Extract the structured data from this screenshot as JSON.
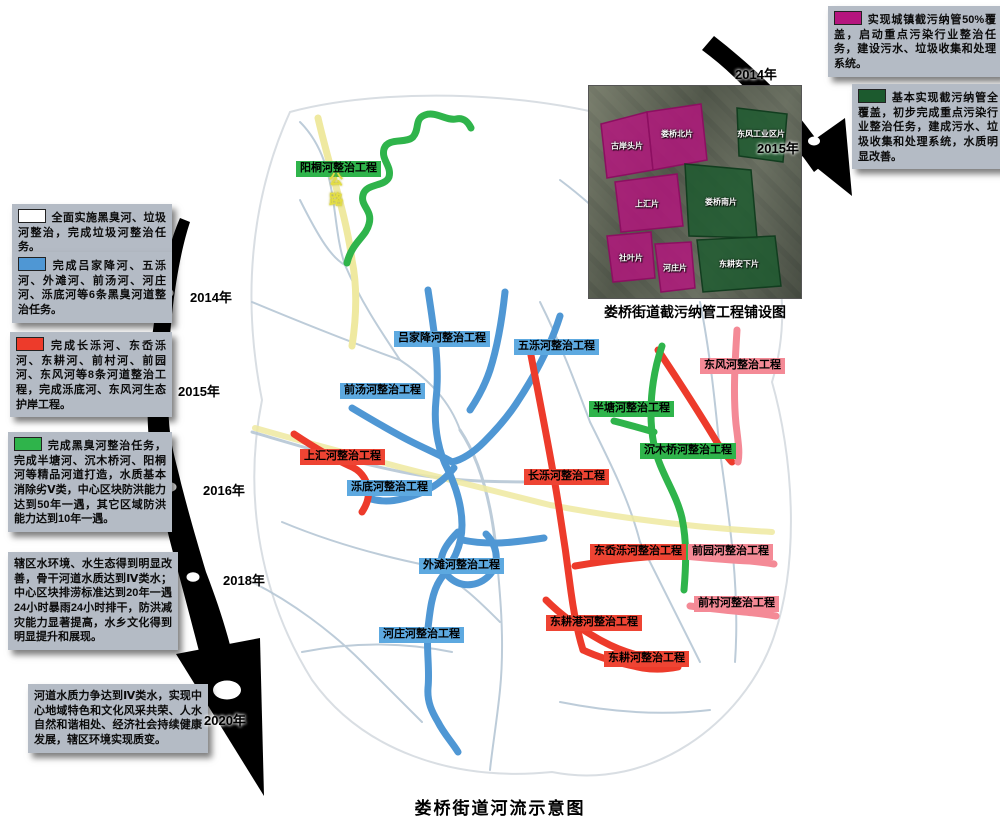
{
  "page": {
    "title": "娄桥街道河流示意图"
  },
  "palette": {
    "river_blue": "#4f97d4",
    "river_red": "#ed3b2b",
    "river_green": "#2fb44b",
    "river_pink": "#f48a96",
    "sewage_magenta": "#b5157e",
    "sewage_dark_green": "#1c5a2e",
    "road_yellow": "#ece64a",
    "infobox_gray": "#b4bbc5",
    "timeline_black": "#000000"
  },
  "left_timeline": {
    "years": [
      "2014年",
      "2015年",
      "2016年",
      "2018年",
      "2020年"
    ],
    "milestones": [
      {
        "color": "#ffffff",
        "swatch_style": "background:#ffffff",
        "text": "全面实施黑臭河、垃圾河整治，完成垃圾河整治任务。"
      },
      {
        "color": "#4f97d4",
        "swatch_style": "background:#4f97d4",
        "text": "完成吕家降河、五泺河、外滩河、前汤河、河庄河、泺底河等6条黑臭河道整治任务。"
      },
      {
        "color": "#ed3b2b",
        "swatch_style": "background:#ed3b2b",
        "text": "完成长泺河、东岙泺河、东耕河、前村河、前园河、东风河等8条河道整治工程，完成泺底河、东风河生态护岸工程。"
      },
      {
        "color": "#2fb44b",
        "swatch_style": "background:#2fb44b",
        "text": "完成黑臭河整治任务，完成半塘河、沉木桥河、阳桐河等精品河道打造，水质基本消除劣Ⅴ类，中心区块防洪能力达到50年一遇，其它区域防洪能力达到10年一遇。"
      },
      {
        "text": "辖区水环境、水生态得到明显改善，骨干河道水质达到Ⅳ类水；中心区块排涝标准达到20年一遇24小时暴雨24小时排干，防洪减灾能力显著提高，水乡文化得到明显提升和展现。"
      },
      {
        "text": "河道水质力争达到Ⅳ类水，实现中心地域特色和文化风采共荣、人水自然和谐相处、经济社会持续健康发展，辖区环境实现质变。"
      }
    ]
  },
  "sewage_timeline": {
    "items": [
      {
        "year": "2014年",
        "color": "#b5157e",
        "swatch_style": "background:#b5157e",
        "text": "实现城镇截污纳管50%覆盖，启动重点污染行业整治任务，建设污水、垃圾收集和处理系统。"
      },
      {
        "year": "2015年",
        "color": "#1c5a2e",
        "swatch_style": "background:#1c5a2e",
        "text": "基本实现截污纳管全覆盖，初步完成重点污染行业整治任务，建成污水、垃圾收集和处理系统，水质明显改善。"
      }
    ]
  },
  "inset_map": {
    "caption": "娄桥街道截污纳管工程铺设图",
    "regions": [
      {
        "name": "古岸头片",
        "category": "magenta"
      },
      {
        "name": "娄桥北片",
        "category": "magenta"
      },
      {
        "name": "东风工业区片",
        "category": "green"
      },
      {
        "name": "上汇片",
        "category": "magenta"
      },
      {
        "name": "娄桥南片",
        "category": "green"
      },
      {
        "name": "社叶片",
        "category": "magenta"
      },
      {
        "name": "河庄片",
        "category": "magenta"
      },
      {
        "name": "东耕安下片",
        "category": "green"
      }
    ]
  },
  "map": {
    "road_label": "公路",
    "labels": [
      {
        "text": "阳桐河整治工程",
        "color": "green"
      },
      {
        "text": "吕家降河整治工程",
        "color": "blue"
      },
      {
        "text": "五泺河整治工程",
        "color": "blue"
      },
      {
        "text": "前汤河整治工程",
        "color": "blue"
      },
      {
        "text": "东风河整治工程",
        "color": "pink"
      },
      {
        "text": "半塘河整治工程",
        "color": "green"
      },
      {
        "text": "沉木桥河整治工程",
        "color": "green"
      },
      {
        "text": "上汇河整治工程",
        "color": "red"
      },
      {
        "text": "泺底河整治工程",
        "color": "blue"
      },
      {
        "text": "长泺河整治工程",
        "color": "red"
      },
      {
        "text": "外滩河整治工程",
        "color": "blue"
      },
      {
        "text": "东岙泺河整治工程",
        "color": "red"
      },
      {
        "text": "前园河整治工程",
        "color": "pink"
      },
      {
        "text": "前村河整治工程",
        "color": "pink"
      },
      {
        "text": "东耕港河整治工程",
        "color": "red"
      },
      {
        "text": "河庄河整治工程",
        "color": "blue"
      },
      {
        "text": "东耕河整治工程",
        "color": "red"
      }
    ]
  }
}
